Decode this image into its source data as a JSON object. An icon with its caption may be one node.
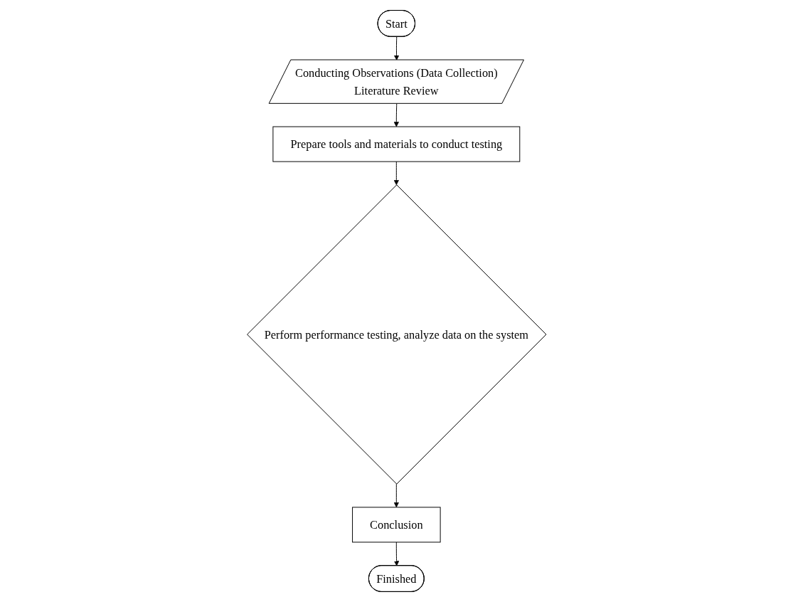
{
  "diagram": {
    "nodes": [
      {
        "text": [
          "Start"
        ]
      },
      {
        "text": [
          "Conducting Observations (Data Collection)",
          "Literature Review"
        ]
      },
      {
        "text": [
          "Prepare tools and materials to conduct testing"
        ]
      },
      {
        "text": [
          "Perform performance testing, analyze data on the system"
        ]
      },
      {
        "text": [
          "Conclusion"
        ]
      },
      {
        "text": [
          "Finished"
        ]
      }
    ],
    "edges": [
      {
        "from": 0,
        "to": 1,
        "arrow": "to"
      },
      {
        "from": 1,
        "to": 2,
        "arrow": "to"
      },
      {
        "from": 2,
        "to": 3,
        "arrow": "to"
      },
      {
        "from": 3,
        "to": 4,
        "arrow": "to"
      },
      {
        "from": 4,
        "to": 5,
        "arrow": "to"
      }
    ]
  }
}
